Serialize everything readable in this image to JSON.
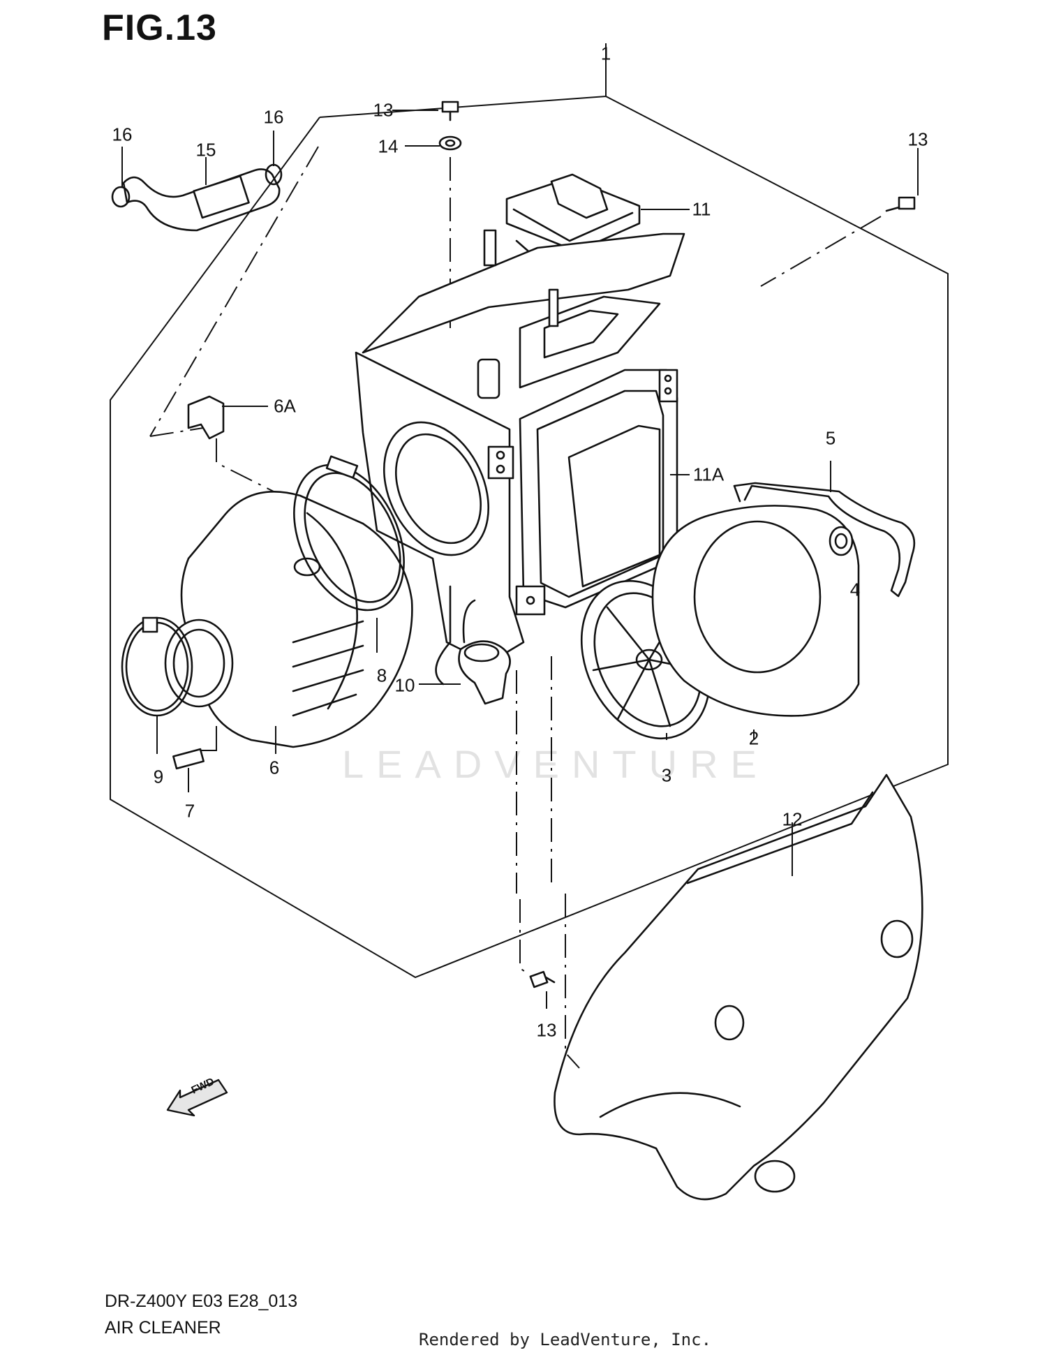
{
  "figure": {
    "title": "FIG.13"
  },
  "footer": {
    "model_code": "DR-Z400Y E03 E28_013",
    "section_name": "AIR CLEANER",
    "credit": "Rendered by LeadVenture, Inc."
  },
  "watermark": "LEADVENTURE",
  "direction_marker": "FWD",
  "callouts": [
    {
      "id": "callout-1",
      "text": "1"
    },
    {
      "id": "callout-2",
      "text": "2"
    },
    {
      "id": "callout-3",
      "text": "3"
    },
    {
      "id": "callout-4",
      "text": "4"
    },
    {
      "id": "callout-5",
      "text": "5"
    },
    {
      "id": "callout-6",
      "text": "6"
    },
    {
      "id": "callout-6a",
      "text": "6A"
    },
    {
      "id": "callout-7",
      "text": "7"
    },
    {
      "id": "callout-8",
      "text": "8"
    },
    {
      "id": "callout-9",
      "text": "9"
    },
    {
      "id": "callout-10",
      "text": "10"
    },
    {
      "id": "callout-11",
      "text": "11"
    },
    {
      "id": "callout-11a",
      "text": "11A"
    },
    {
      "id": "callout-12",
      "text": "12"
    },
    {
      "id": "callout-13-top",
      "text": "13"
    },
    {
      "id": "callout-13-right",
      "text": "13"
    },
    {
      "id": "callout-13-bottom",
      "text": "13"
    },
    {
      "id": "callout-14",
      "text": "14"
    },
    {
      "id": "callout-15",
      "text": "15"
    },
    {
      "id": "callout-16-left",
      "text": "16"
    },
    {
      "id": "callout-16-right",
      "text": "16"
    }
  ]
}
